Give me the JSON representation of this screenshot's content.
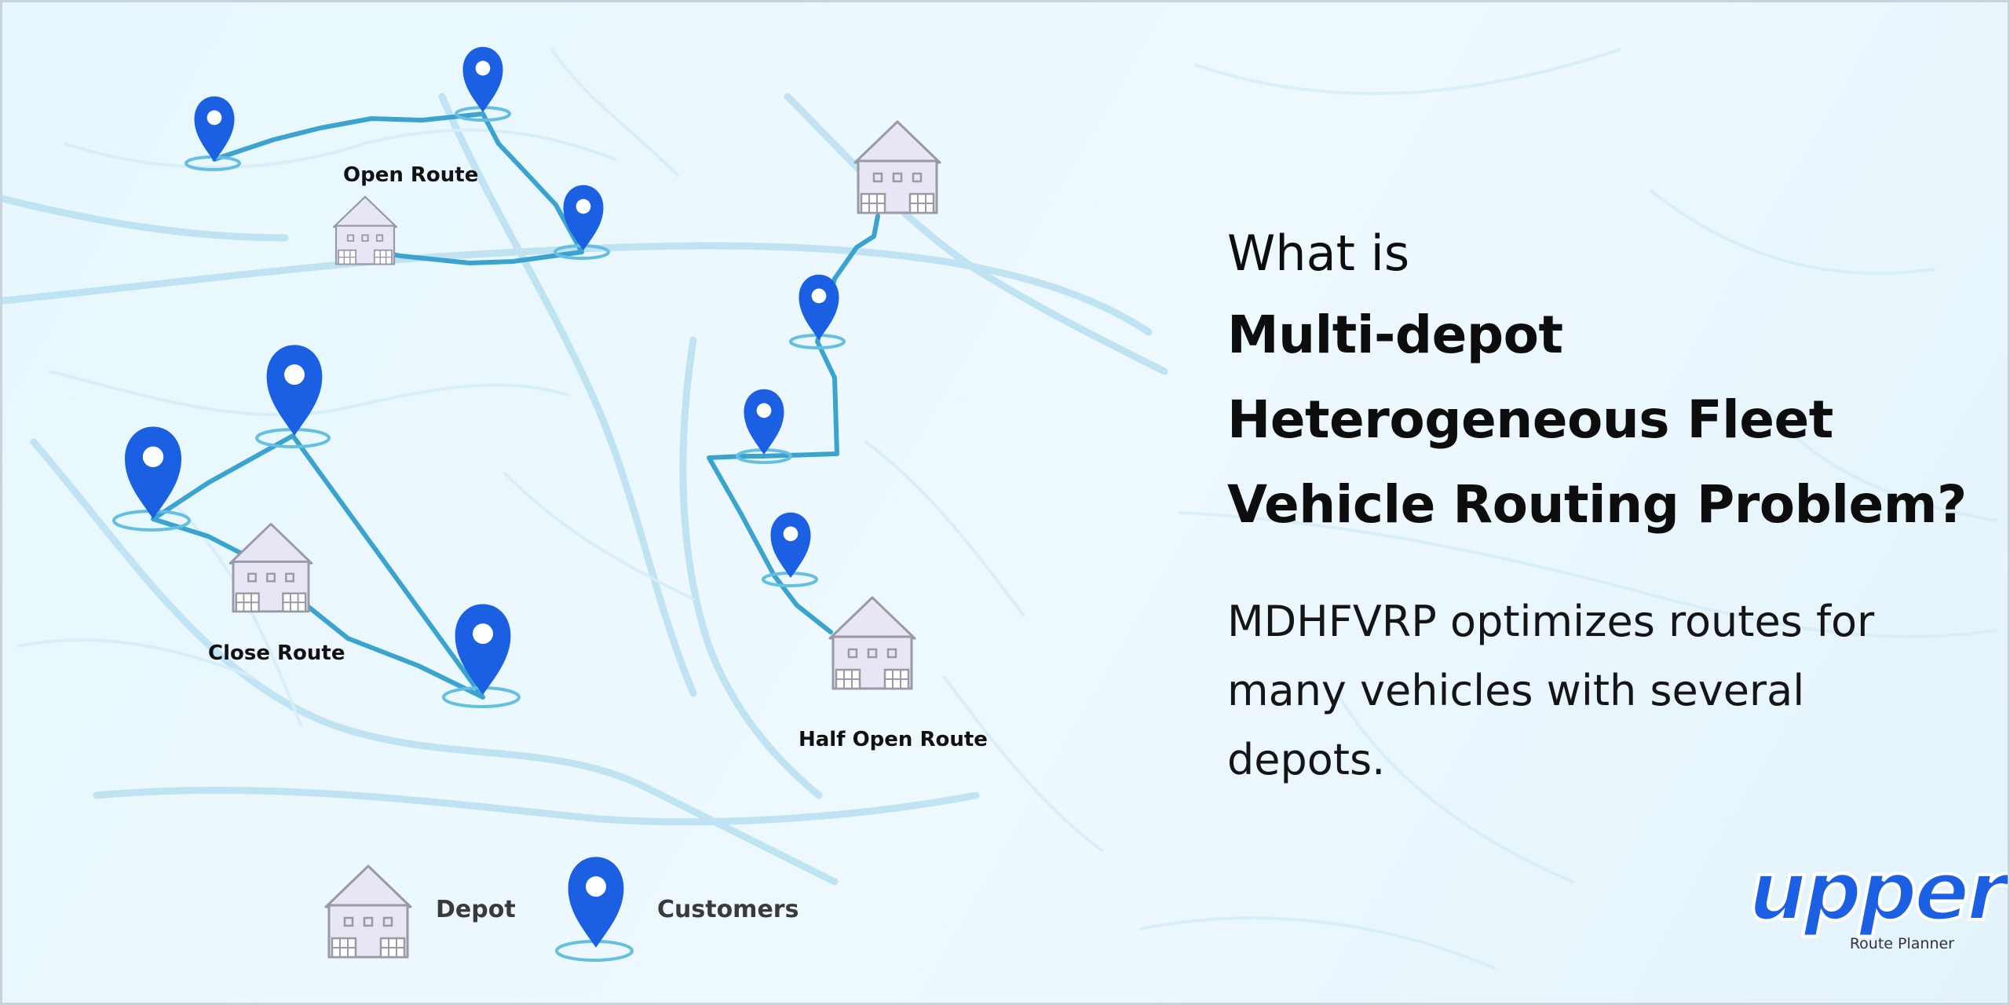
{
  "headline": {
    "lead": "What is",
    "lines": [
      "Multi-depot",
      "Heterogeneous Fleet",
      "Vehicle Routing Problem?"
    ]
  },
  "description": "MDHFVRP optimizes routes for many vehicles with several depots.",
  "diagram": {
    "routes": [
      {
        "label": "Open Route"
      },
      {
        "label": "Close Route"
      },
      {
        "label": "Half Open Route"
      }
    ],
    "legend": {
      "depot": "Depot",
      "customers": "Customers"
    }
  },
  "brand": {
    "name": "upper",
    "tagline": "Route Planner"
  },
  "colors": {
    "pin": "#1b5fe2",
    "route_line": "#3aa3d0",
    "depot_fill": "#e3e3f4",
    "depot_stroke": "#9a9aa6",
    "heading": "#0d0d0d"
  },
  "icons": [
    "map-pin-icon",
    "house-icon",
    "upper-logo"
  ]
}
